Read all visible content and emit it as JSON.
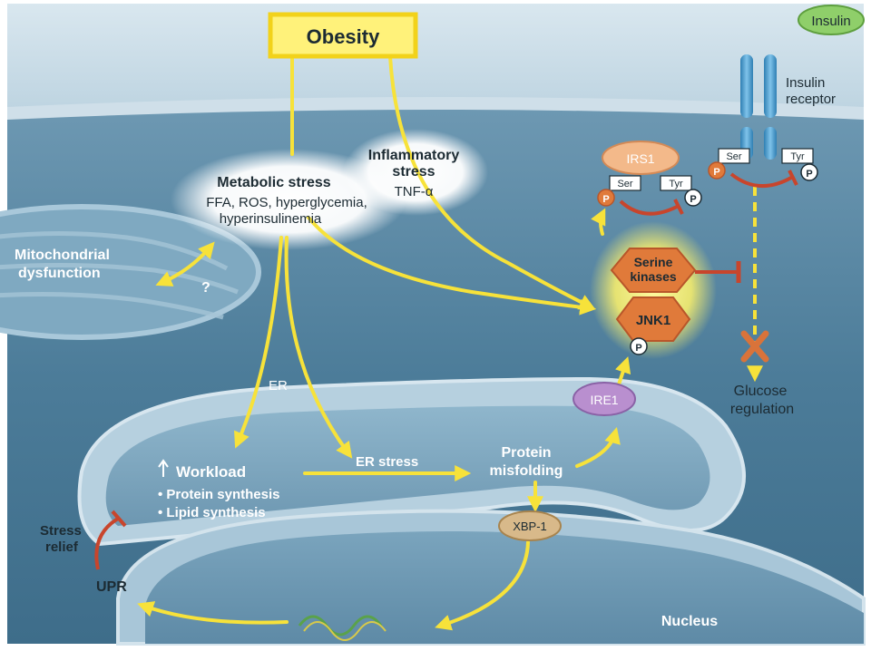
{
  "labels": {
    "obesity": "Obesity",
    "insulin": "Insulin",
    "insulin_receptor_line1": "Insulin",
    "insulin_receptor_line2": "receptor",
    "metabolic_stress_title": "Metabolic stress",
    "metabolic_stress_line1": "FFA, ROS, hyperglycemia,",
    "metabolic_stress_line2": "hyperinsulinemia",
    "inflammatory_line1": "Inflammatory",
    "inflammatory_line2": "stress",
    "tnf_alpha": "TNF-α",
    "mito_line1": "Mitochondrial",
    "mito_line2": "dysfunction",
    "question": "?",
    "irs1": "IRS1",
    "ser": "Ser",
    "tyr": "Tyr",
    "phospho": "P",
    "serine_kinases_line1": "Serine",
    "serine_kinases_line2": "kinases",
    "jnk1": "JNK1",
    "glucose_line1": "Glucose",
    "glucose_line2": "regulation",
    "ire1": "IRE1",
    "er": "ER",
    "workload": "Workload",
    "protein_synthesis": "• Protein synthesis",
    "lipid_synthesis": "• Lipid synthesis",
    "er_stress": "ER stress",
    "protein_misfolding_line1": "Protein",
    "protein_misfolding_line2": "misfolding",
    "xbp1": "XBP-1",
    "stress_relief_line1": "Stress",
    "stress_relief_line2": "relief",
    "upr": "UPR",
    "nucleus": "Nucleus"
  },
  "colors": {
    "arrow_yellow": "#f7e23a",
    "kinase_orange": "#e07a3a",
    "inhibit_red": "#c8452c",
    "membrane_blue": "#6a9ab4",
    "cytoplasm_blue": "#4f7f9c",
    "obesity_box": "#fff27a"
  }
}
